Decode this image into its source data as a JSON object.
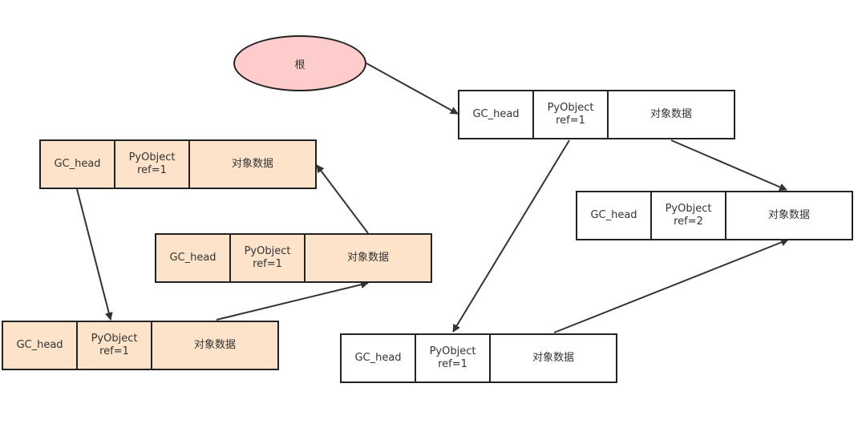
{
  "root": {
    "label": "根"
  },
  "objects": [
    {
      "id": "A",
      "gc_head": "GC_head",
      "pyobject": "PyObject",
      "ref": "ref=1",
      "data": "对象数据",
      "color": "#ffffff"
    },
    {
      "id": "B",
      "gc_head": "GC_head",
      "pyobject": "PyObject",
      "ref": "ref=2",
      "data": "对象数据",
      "color": "#ffffff"
    },
    {
      "id": "C",
      "gc_head": "GC_head",
      "pyobject": "PyObject",
      "ref": "ref=1",
      "data": "对象数据",
      "color": "#ffffff"
    },
    {
      "id": "D",
      "gc_head": "GC_head",
      "pyobject": "PyObject",
      "ref": "ref=1",
      "data": "对象数据",
      "color": "#fce3c9"
    },
    {
      "id": "E",
      "gc_head": "GC_head",
      "pyobject": "PyObject",
      "ref": "ref=1",
      "data": "对象数据",
      "color": "#fce3c9"
    },
    {
      "id": "F",
      "gc_head": "GC_head",
      "pyobject": "PyObject",
      "ref": "ref=1",
      "data": "对象数据",
      "color": "#fce3c9"
    }
  ],
  "edges": [
    {
      "from": "root",
      "to": "A"
    },
    {
      "from": "A",
      "to": "B"
    },
    {
      "from": "A",
      "to": "C"
    },
    {
      "from": "C",
      "to": "B"
    },
    {
      "from": "D",
      "to": "F"
    },
    {
      "from": "F",
      "to": "E"
    },
    {
      "from": "E",
      "to": "D"
    }
  ]
}
